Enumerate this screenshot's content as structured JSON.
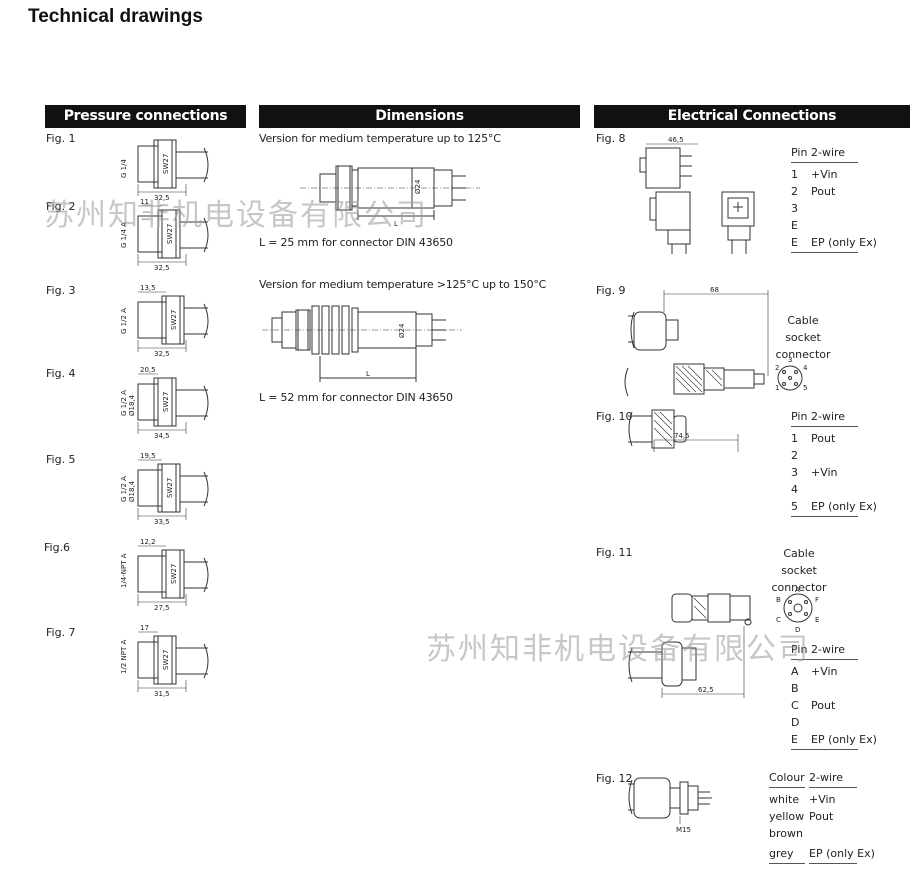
{
  "page": {
    "title": "Technical drawings"
  },
  "sections": {
    "pressure": "Pressure connections",
    "dimensions": "Dimensions",
    "electrical": "Electrical Connections"
  },
  "pressure_figs": [
    {
      "label": "Fig. 1",
      "thread": "G 1/4",
      "width": "32,5",
      "top": "",
      "wrench": "SW27"
    },
    {
      "label": "Fig. 2",
      "thread": "G 1/4 A",
      "width": "32,5",
      "top": "11",
      "wrench": "SW27"
    },
    {
      "label": "Fig. 3",
      "thread": "G 1/2 A",
      "width": "32,5",
      "top": "13,5",
      "wrench": "SW27"
    },
    {
      "label": "Fig. 4",
      "thread": "G 1/2 A",
      "inner": "Ø18,4",
      "width": "34,5",
      "top": "20,5",
      "wrench": "SW27"
    },
    {
      "label": "Fig. 5",
      "thread": "G 1/2 A",
      "inner": "Ø18,4",
      "width": "33,5",
      "top": "19,5",
      "wrench": "SW27"
    },
    {
      "label": "Fig.6",
      "thread": "1/4-NPT A",
      "width": "27,5",
      "top": "12,2",
      "wrench": "SW27"
    },
    {
      "label": "Fig. 7",
      "thread": "1/2 NPT A",
      "width": "31,5",
      "top": "17",
      "wrench": "SW27"
    }
  ],
  "dimensions": {
    "note1": "Version for medium temperature up to 125°C",
    "note2": "L = 25 mm  for connector DIN 43650",
    "note3": "Version for medium temperature >125°C up to 150°C",
    "note4": "L = 52 mm for connector DIN 43650",
    "diam": "Ø24",
    "length": "L"
  },
  "electrical": {
    "fig8": {
      "label": "Fig. 8",
      "dim": "46,5",
      "header": [
        "Pin",
        "2-wire"
      ],
      "rows": [
        [
          "1",
          "+Vin"
        ],
        [
          "2",
          "Pout"
        ],
        [
          "3",
          ""
        ],
        [
          "E",
          ""
        ],
        [
          "E",
          "EP (only Ex)"
        ]
      ]
    },
    "fig9": {
      "label": "Fig. 9",
      "dim": "68",
      "caption": [
        "Cable",
        "socket connector"
      ],
      "pins": [
        "1",
        "2",
        "3",
        "4",
        "5"
      ]
    },
    "fig10": {
      "label": "Fig. 10",
      "dim": "74,5",
      "header": [
        "Pin",
        "2-wire"
      ],
      "rows": [
        [
          "1",
          "Pout"
        ],
        [
          "2",
          ""
        ],
        [
          "3",
          "+Vin"
        ],
        [
          "4",
          ""
        ],
        [
          "5",
          "EP (only Ex)"
        ]
      ]
    },
    "fig11": {
      "label": "Fig. 11",
      "dim": "62,5",
      "caption": [
        "Cable",
        "socket connector"
      ],
      "pins": [
        "A",
        "B",
        "C",
        "D",
        "E",
        "F"
      ],
      "header": [
        "Pin",
        "2-wire"
      ],
      "rows": [
        [
          "A",
          "+Vin"
        ],
        [
          "B",
          ""
        ],
        [
          "C",
          "Pout"
        ],
        [
          "D",
          ""
        ],
        [
          "E",
          "EP (only Ex)"
        ]
      ]
    },
    "fig12": {
      "label": "Fig. 12",
      "dim": "M15",
      "header": [
        "Colour",
        "2-wire"
      ],
      "rows": [
        [
          "white",
          "+Vin"
        ],
        [
          "yellow",
          "Pout"
        ],
        [
          "brown",
          ""
        ],
        [
          "grey",
          "EP (only Ex)"
        ]
      ]
    }
  },
  "watermarks": [
    "苏州知非机电设备有限公司",
    "苏州知非机电设备有限公司"
  ],
  "colors": {
    "header_bg": "#111111",
    "header_text": "#ffffff",
    "line": "#333333"
  }
}
